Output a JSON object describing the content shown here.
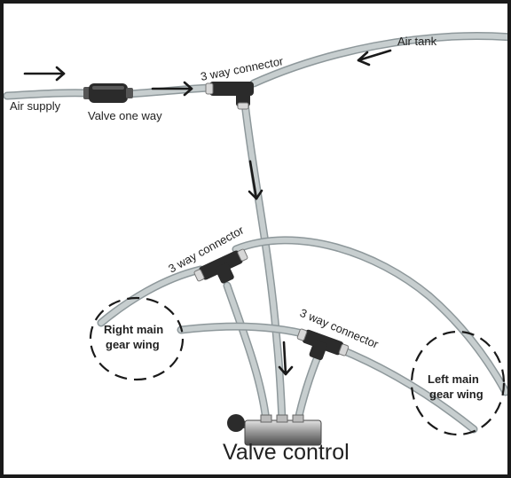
{
  "labels": {
    "air_supply": "Air supply",
    "valve_one_way": "Valve one way",
    "connector_top": "3 way connector",
    "air_tank": "Air tank",
    "connector_mid": "3 way connector",
    "connector_right": "3 way connector",
    "right_main_gear_wing": [
      "Right main",
      "gear wing"
    ],
    "left_main_gear_wing": [
      "Left main",
      "gear wing"
    ],
    "valve_control": "Valve control"
  },
  "colors": {
    "tube": "#b9c1c3",
    "tube_edge": "#8e989b",
    "fitting": "#2b2b2b",
    "arrow": "#1a1a1a",
    "border": "#1a1a1a"
  }
}
